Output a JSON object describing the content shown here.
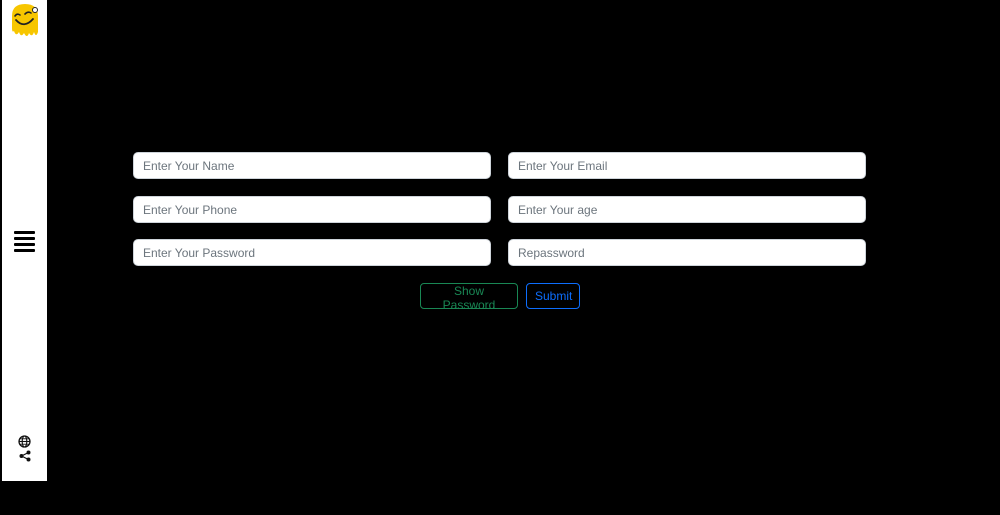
{
  "colors": {
    "background": "#000000",
    "sidebar": "#ffffff",
    "logo_yellow": "#f7c600",
    "show_password_accent": "#198754",
    "submit_accent": "#0d6efd"
  },
  "sidebar": {
    "logo_icon": "smiley-logo-icon",
    "menu_icon": "hamburger-menu-icon",
    "globe_icon": "globe-icon",
    "share_icon": "share-icon"
  },
  "form": {
    "name_placeholder": "Enter Your Name",
    "email_placeholder": "Enter Your Email",
    "phone_placeholder": "Enter Your Phone",
    "age_placeholder": "Enter Your age",
    "password_placeholder": "Enter Your Password",
    "repassword_placeholder": "Repassword",
    "show_password_label": "Show Password",
    "submit_label": "Submit"
  }
}
